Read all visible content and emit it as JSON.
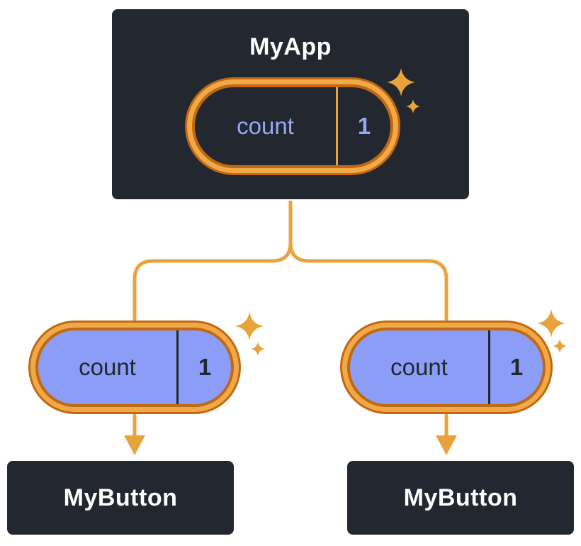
{
  "colors": {
    "background": "#ffffff",
    "node_bg": "#23272f",
    "node_border": "#ffffff",
    "node_text": "#ffffff",
    "connector": "#e8a33d",
    "pill_band": "#f0a848",
    "pill_edge": "#c2690f",
    "pill_dark_fill": "#23272f",
    "pill_dark_text": "#99a5f6",
    "pill_light_fill": "#8b9df6",
    "pill_light_text": "#23272f"
  },
  "root": {
    "title": "MyApp",
    "state": {
      "name": "count",
      "value": "1"
    }
  },
  "children": [
    {
      "title": "MyButton",
      "prop": {
        "name": "count",
        "value": "1"
      }
    },
    {
      "title": "MyButton",
      "prop": {
        "name": "count",
        "value": "1"
      }
    }
  ]
}
